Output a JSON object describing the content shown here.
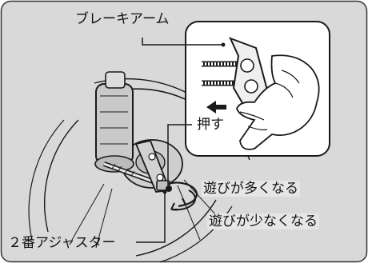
{
  "labels": {
    "brake_arm": "ブレーキアーム",
    "push": "押す",
    "more_play": "遊びが多くなる",
    "less_play": "遊びが少なくなる",
    "adjuster": "２番アジャスター"
  },
  "colors": {
    "panel_background": "#d9d9d9",
    "line_art": "#1a1a1a",
    "label_shade": "#e6e6e6"
  }
}
